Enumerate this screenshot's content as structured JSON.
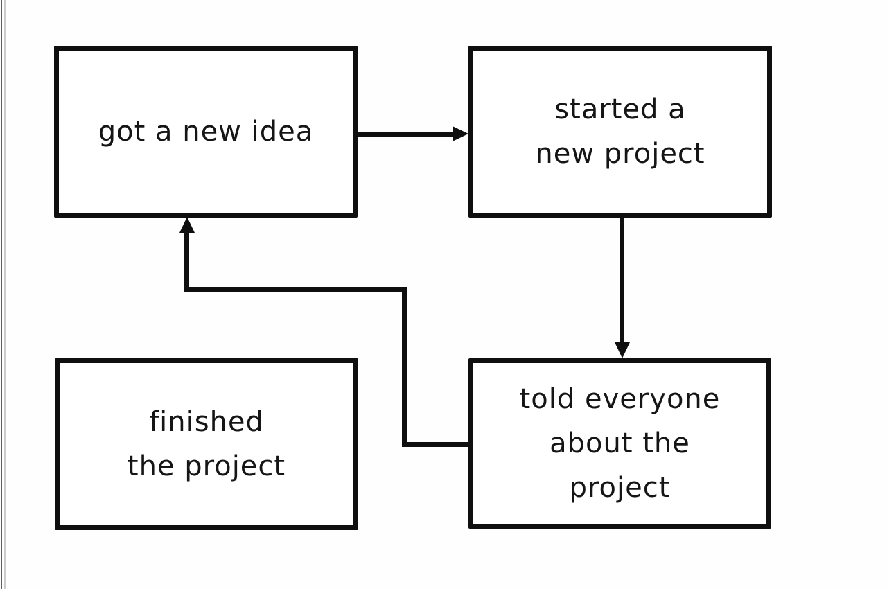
{
  "diagram": {
    "type": "flowchart",
    "background_color": "#ffffff",
    "ink_color": "#0f0f0f",
    "text_color": "#151515",
    "nodes": [
      {
        "id": "idea",
        "label": "got a new idea"
      },
      {
        "id": "started",
        "label": "started a\nnew project"
      },
      {
        "id": "finished",
        "label": "finished\nthe project"
      },
      {
        "id": "told",
        "label": "told everyone\nabout the\nproject"
      }
    ],
    "edges": [
      {
        "from": "idea",
        "to": "started",
        "style": "straight-right-arrow"
      },
      {
        "from": "started",
        "to": "told",
        "style": "straight-down-arrow"
      },
      {
        "from": "told",
        "to": "idea",
        "style": "stepped-left-up-arrow"
      }
    ]
  }
}
